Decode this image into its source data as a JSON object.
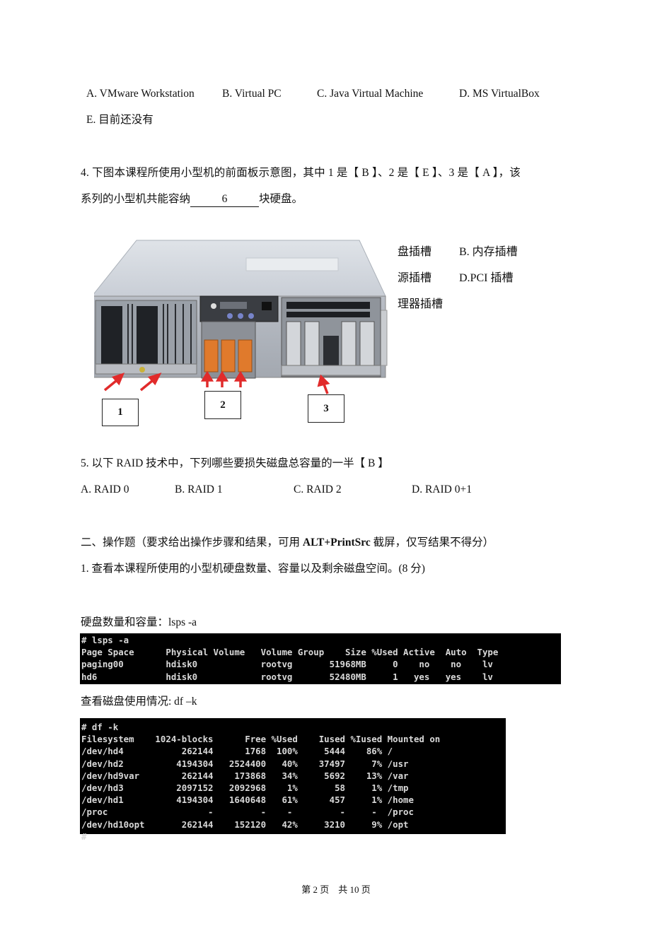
{
  "q3_options": {
    "a": "A. VMware Workstation",
    "b": "B. Virtual PC",
    "c": "C. Java Virtual Machine",
    "d": "D. MS VirtualBox",
    "e": "E.  目前还没有"
  },
  "q4": {
    "line1_prefix": "4.  下图本课程所使用小型机的前面板示意图，其中 1 是【  B   】、2 是【  E   】、3 是【  A   】，该",
    "line2_prefix": "系列的小型机共能容纳",
    "blank_answer": "6",
    "line2_suffix": "块硬盘。",
    "side_options": {
      "row1_left": "盘插槽",
      "row1_right": "B.  内存插槽",
      "row2_left": "源插槽",
      "row2_right": "D.PCI 插槽",
      "row3_left": "理器插槽"
    },
    "figure": {
      "labels": [
        "1",
        "2",
        "3"
      ]
    }
  },
  "q5": {
    "question": "5.  以下 RAID 技术中，下列哪些要损失磁盘总容量的一半【  B    】",
    "options": [
      "A. RAID 0",
      "B. RAID 1",
      "C. RAID 2",
      "D. RAID 0+1"
    ]
  },
  "section2": {
    "heading_prefix": "二、操作题（要求给出操作步骤和结果，可用 ",
    "heading_bold": "ALT+PrintSrc",
    "heading_suffix": " 截屏，仅写结果不得分）",
    "q1": "1.  查看本课程所使用的小型机硬盘数量、容量以及剩余磁盘空间。(8 分)"
  },
  "lsps": {
    "caption": "硬盘数量和容量：lsps -a",
    "command": "# lsps -a",
    "headers": [
      "Page Space",
      "Physical Volume",
      "Volume Group",
      "Size",
      "%Used",
      "Active",
      "Auto",
      "Type"
    ],
    "rows": [
      [
        "paging00",
        "hdisk0",
        "rootvg",
        "51968MB",
        "0",
        "no",
        "no",
        "lv"
      ],
      [
        "hd6",
        "hdisk0",
        "rootvg",
        "52480MB",
        "1",
        "yes",
        "yes",
        "lv"
      ]
    ],
    "text": "# lsps -a\nPage Space      Physical Volume   Volume Group    Size %Used Active  Auto  Type\npaging00        hdisk0            rootvg       51968MB     0    no    no    lv\nhd6             hdisk0            rootvg       52480MB     1   yes   yes    lv"
  },
  "df": {
    "caption": "查看磁盘使用情况: df –k",
    "command": "# df -k",
    "headers": [
      "Filesystem",
      "1024-blocks",
      "Free",
      "%Used",
      "Iused",
      "%Iused",
      "Mounted on"
    ],
    "rows": [
      [
        "/dev/hd4",
        "262144",
        "1768",
        "100%",
        "5444",
        "86%",
        "/"
      ],
      [
        "/dev/hd2",
        "4194304",
        "2524400",
        "40%",
        "37497",
        "7%",
        "/usr"
      ],
      [
        "/dev/hd9var",
        "262144",
        "173868",
        "34%",
        "5692",
        "13%",
        "/var"
      ],
      [
        "/dev/hd3",
        "2097152",
        "2092968",
        "1%",
        "58",
        "1%",
        "/tmp"
      ],
      [
        "/dev/hd1",
        "4194304",
        "1640648",
        "61%",
        "457",
        "1%",
        "/home"
      ],
      [
        "/proc",
        "-",
        "-",
        "-",
        "-",
        "-",
        "/proc"
      ],
      [
        "/dev/hd10opt",
        "262144",
        "152120",
        "42%",
        "3210",
        "9%",
        "/opt"
      ]
    ],
    "text": "# df -k\nFilesystem    1024-blocks      Free %Used    Iused %Iused Mounted on\n/dev/hd4           262144      1768  100%     5444    86% /\n/dev/hd2          4194304   2524400   40%    37497     7% /usr\n/dev/hd9var        262144    173868   34%     5692    13% /var\n/dev/hd3          2097152   2092968    1%       58     1% /tmp\n/dev/hd1          4194304   1640648   61%      457     1% /home\n/proc                   -         -    -         -     -  /proc\n/dev/hd10opt       262144    152120   42%     3210     9% /opt\n#"
  },
  "footer": {
    "page": "第 2 页    共 10 页"
  }
}
